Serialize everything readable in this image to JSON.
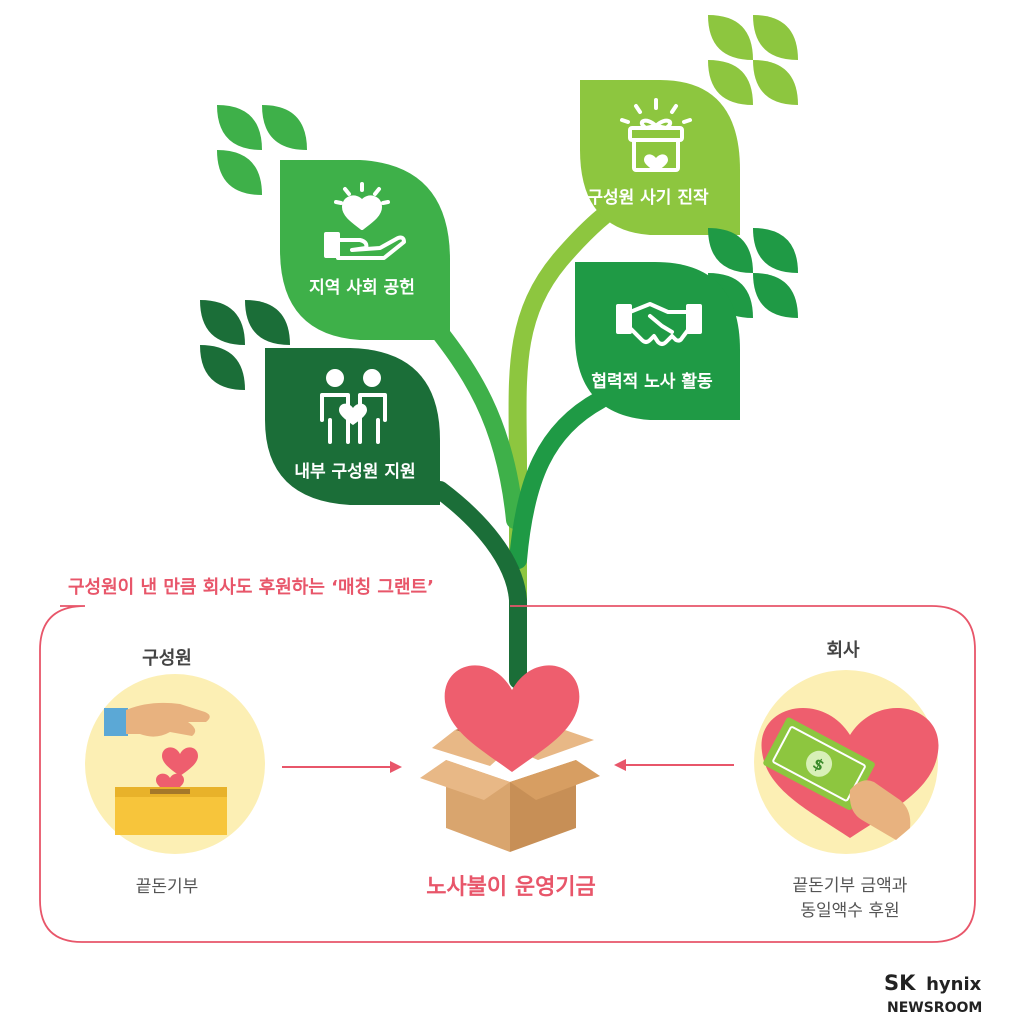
{
  "tree": {
    "leaves": [
      {
        "label": "지역 사회 공헌",
        "icon": "heart-hand-icon"
      },
      {
        "label": "구성원 사기 진작",
        "icon": "gift-box-icon"
      },
      {
        "label": "내부 구성원 지원",
        "icon": "people-heart-icon"
      },
      {
        "label": "협력적 노사 활동",
        "icon": "handshake-icon"
      }
    ]
  },
  "matching": {
    "title": "구성원이 낸 만큼 회사도 후원하는 ‘매칭 그랜트’",
    "left": {
      "heading": "구성원",
      "caption": "끝돈기부",
      "icon": "donation-box-icon"
    },
    "right": {
      "heading": "회사",
      "caption_line1": "끝돈기부 금액과",
      "caption_line2": "동일액수 후원",
      "icon": "money-heart-icon"
    },
    "center": {
      "label": "노사불이 운영기금",
      "icon": "heart-box-icon"
    }
  },
  "brand": {
    "line1_bold": "SK",
    "line1_rest": "hynix",
    "line2": "NEWSROOM"
  },
  "colors": {
    "accent_red": "#e8566a",
    "heart": "#ee5e6e",
    "leaf_light": "#8dc63f",
    "leaf_mid": "#3eb049",
    "leaf_dark": "#1f8a3f",
    "leaf_darkest": "#1b6e38",
    "box": "#d9a56e",
    "circle_bg": "#fcefb4"
  }
}
